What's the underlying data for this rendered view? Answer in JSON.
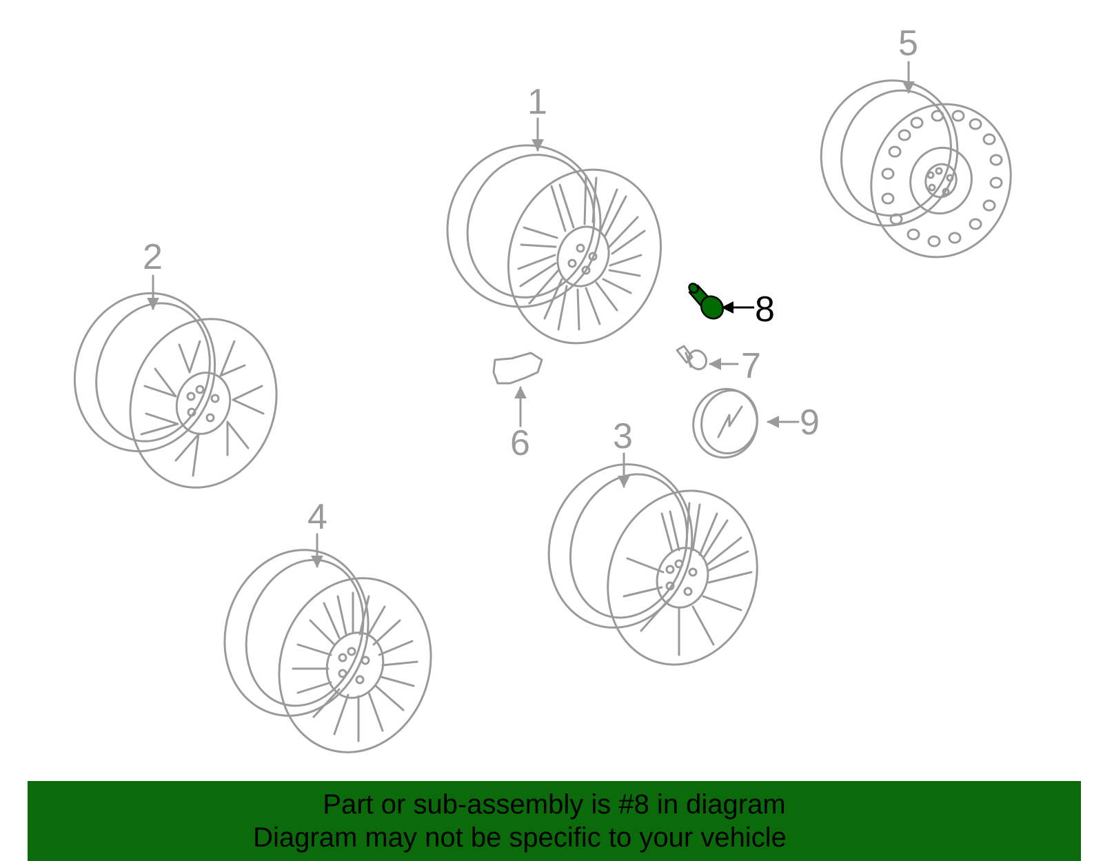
{
  "colors": {
    "line": "#9a9a9a",
    "highlight": "#006b00",
    "banner": "#0b6b0b",
    "label_active": "#000000"
  },
  "callouts": [
    {
      "id": "1",
      "label": "1"
    },
    {
      "id": "2",
      "label": "2"
    },
    {
      "id": "3",
      "label": "3"
    },
    {
      "id": "4",
      "label": "4"
    },
    {
      "id": "5",
      "label": "5"
    },
    {
      "id": "6",
      "label": "6"
    },
    {
      "id": "7",
      "label": "7"
    },
    {
      "id": "8",
      "label": "8",
      "highlighted": true
    },
    {
      "id": "9",
      "label": "9"
    }
  ],
  "banner": {
    "line1": "Part or sub-assembly is #8 in diagram",
    "line2": "Diagram may not be specific to your vehicle"
  }
}
